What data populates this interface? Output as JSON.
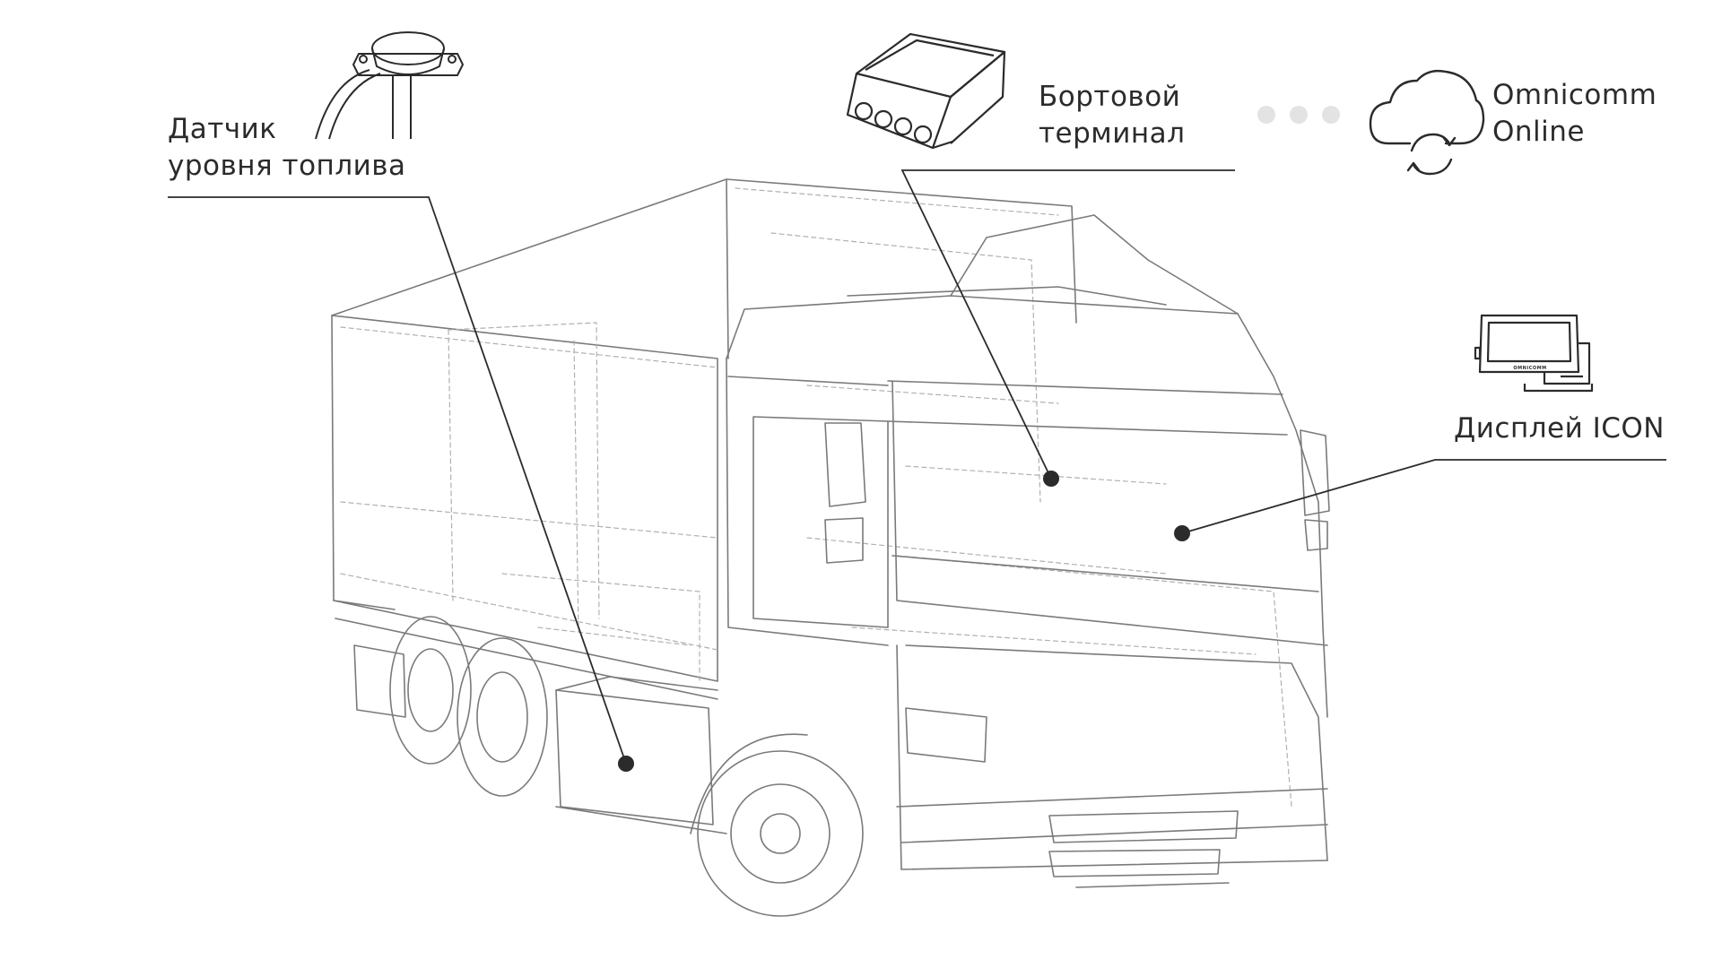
{
  "labels": {
    "fuel_sensor": {
      "line1": "Датчик",
      "line2": "уровня топлива"
    },
    "onboard_terminal": {
      "line1": "Бортовой",
      "line2": "терминал"
    },
    "cloud": {
      "line1": "Omnicomm",
      "line2": "Online"
    },
    "display": {
      "text": "Дисплей ICON"
    },
    "display_brand": "OMNICOMM"
  },
  "connection_dots": 3,
  "icons": [
    "fuel-sensor-icon",
    "terminal-icon",
    "cloud-sync-icon",
    "display-icon",
    "truck-illustration"
  ],
  "colors": {
    "text": "#2b2b2b",
    "line": "#2b2b2b",
    "truck": "#7a7a7a",
    "truck_dashed": "#b0b0b0",
    "dots": "#e3e3e3"
  }
}
